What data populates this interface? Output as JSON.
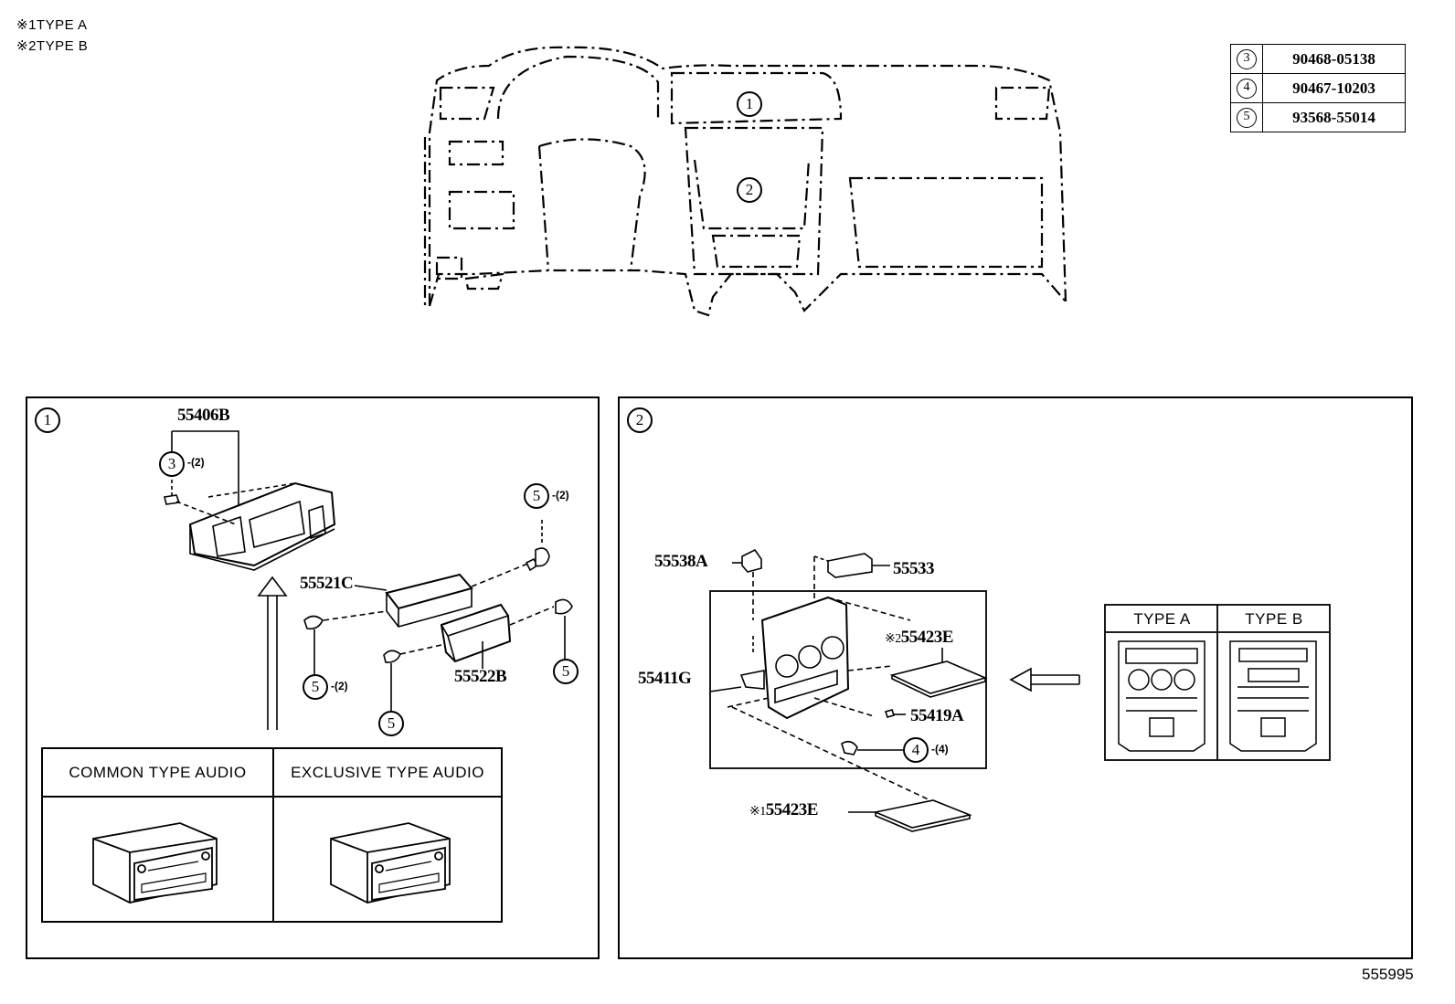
{
  "notes": [
    {
      "mark": "※1",
      "text": "TYPE A"
    },
    {
      "mark": "※2",
      "text": "TYPE B"
    }
  ],
  "ref_table": [
    {
      "num": "3",
      "part": "90468-05138"
    },
    {
      "num": "4",
      "part": "90467-10203"
    },
    {
      "num": "5",
      "part": "93568-55014"
    }
  ],
  "dash_callouts": {
    "one": "1",
    "two": "2"
  },
  "panel1": {
    "id": "1",
    "parts": {
      "bezel": "55406B",
      "pocket": "55521C",
      "bracket": "55522B"
    },
    "callouts": {
      "clip_num": "3",
      "clip_qty": "-(2)",
      "screw_a_num": "5",
      "screw_a_qty": "-(2)",
      "screw_b_num": "5",
      "screw_b_qty": "-(2)",
      "screw_c_num": "5",
      "screw_d_num": "5"
    },
    "audio_table": {
      "col1": "COMMON TYPE AUDIO",
      "col2": "EXCLUSIVE TYPE AUDIO"
    }
  },
  "panel2": {
    "id": "2",
    "parts": {
      "knob": "55538A",
      "vent": "55533",
      "cluster": "55411G",
      "plate_b": "55423E",
      "plate_b_mark": "※2",
      "plate_a": "55423E",
      "plate_a_mark": "※1",
      "clip": "55419A"
    },
    "callouts": {
      "screw_num": "4",
      "screw_qty": "-(4)"
    },
    "types": {
      "a": "TYPE A",
      "b": "TYPE B"
    }
  },
  "figure_id": "555995"
}
